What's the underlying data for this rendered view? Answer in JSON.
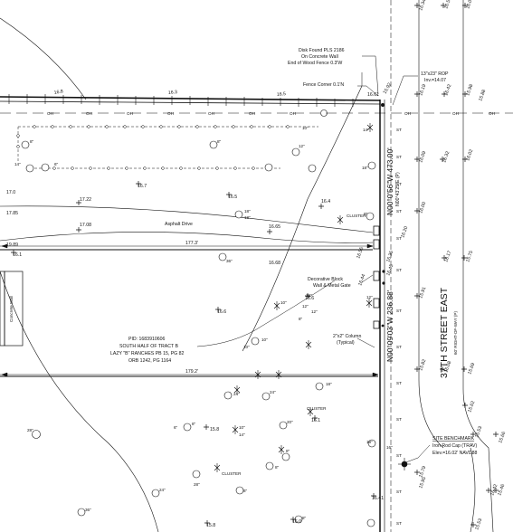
{
  "notes": {
    "disk_line1": "Disk Found PLS 2186",
    "disk_line2": "On Concrete Wall",
    "disk_line3": "End of Wood Fence 0.3'W",
    "fence_corner": "Fence Corner 0.1'N",
    "rop_line1": "13\"x23\" ROP",
    "rop_line2": "Inv.=14.07",
    "asphalt_drive": "Asphalt Drive",
    "decorative_block_line1": "Decorative Block",
    "decorative_block_line2": "Wall & Metal Gate",
    "column_line1": "2\"x2\" Column",
    "column_line2": "(Typical)",
    "concrete_wall": "Concrete Wall",
    "pid_line1": "PID: 1683910606",
    "pid_line2": "SOUTH HALF OF TRACT B",
    "pid_line3": "LAZY \"B\" RANCHES PB 15, PG 82",
    "pid_line4": "ORB 1242, PG 1164",
    "cluster_label": "CLUSTER",
    "benchmark_line1": "SITE BENCHMARK",
    "benchmark_line2": "Iron Rod Cap (TRAV)",
    "benchmark_line3": "Elev.=16.02' NAVD88"
  },
  "street": {
    "name": "37TH STREET EAST",
    "right_of_way": "60' RIGHT-OF-WAY (P)"
  },
  "bearings": {
    "north_calc": "N00°0'56\"W 473.00'",
    "north_plat": "N00°43'25\"E (P)",
    "main": "N00°09'03\"W 236.88'"
  },
  "distances": {
    "upper": "177.3'",
    "lower": "179.2'"
  },
  "utility_codes": {
    "overhead": "OH",
    "street_light": "ST"
  },
  "spot_elevations": {
    "e16_8": "16.8",
    "e16_3": "16.3",
    "e16_5": "16.5",
    "e16_61": "16.61",
    "e15_92": "15.92",
    "e16_34": "16.34",
    "e16_52": "16.52",
    "e16_06": "16.06",
    "e16_19": "16.19",
    "e16_42": "16.42",
    "e15_98": "15.98",
    "e15_88": "15.88",
    "e16_09": "16.09",
    "e16_32": "16.32",
    "e16_02": "16.02",
    "e16_00": "16.00",
    "e16_20": "16.20",
    "e16_35": "16.35",
    "e16_17": "16.17",
    "e15_75": "15.75",
    "e15_91": "15.91",
    "e16_45": "16.45",
    "e15_82": "15.82",
    "e15_69": "15.69",
    "e16_08": "16.08",
    "e15_62": "15.62",
    "e15_53": "15.53",
    "e15_66": "15.66",
    "e15_79": "15.79",
    "e15_95": "15.95",
    "e16_42b": "16.42",
    "e15_46": "15.46",
    "e15_53b": "15.53",
    "e16_7": "16.7",
    "e16_4": "16.4",
    "e16_65": "16.65",
    "e16_68": "16.68",
    "e16_6": "16.6",
    "e17_22": "17.22",
    "e17_08": "17.08",
    "e16_1": "16.1",
    "e16_55": "16.55",
    "e16_44": "16.44",
    "e16_18": "16.18",
    "e15_8": "15.8",
    "e16_0": "16.0",
    "e16_41": "16.41",
    "e17_85": "17.85",
    "e19_89": "19.89",
    "e17_0": "17.0"
  },
  "tree_sizes": {
    "s8": "8\"",
    "s12": "12\"",
    "s10": "10\"",
    "s14": "14\"",
    "s18": "18\"",
    "s36": "36\"",
    "s24": "24\"",
    "s28": "28\"",
    "s6": "6\"",
    "s20": "20\"",
    "s15": "15\"",
    "s16": "16\""
  },
  "colors": {
    "linework": "#111111",
    "boundary": "#000000",
    "center_dash": "#555555",
    "background": "#ffffff"
  },
  "icons": [
    "palm-tree-icon",
    "oak-tree-icon",
    "benchmark-icon",
    "utility-pole-icon"
  ]
}
